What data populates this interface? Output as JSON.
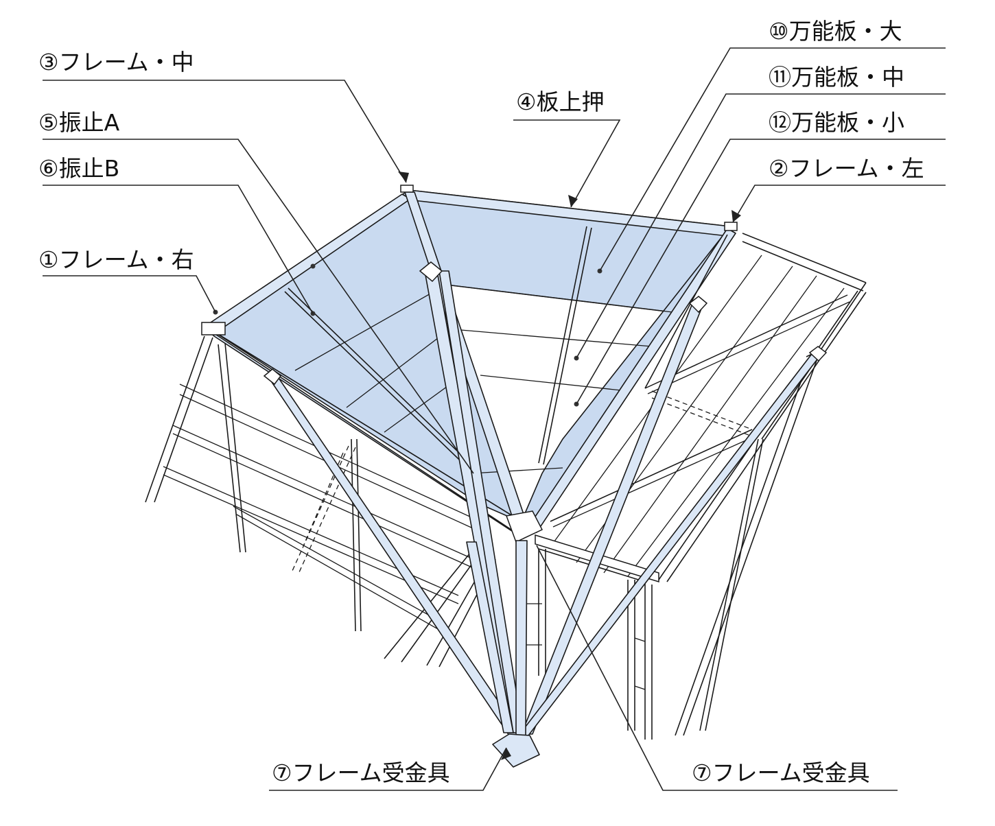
{
  "labels": {
    "frame_center": "③フレーム・中",
    "sway_stop_a": "⑤振止A",
    "sway_stop_b": "⑥振止B",
    "frame_right": "①フレーム・右",
    "board_top_press": "④板上押",
    "universal_board_large": "⑩万能板・大",
    "universal_board_medium": "⑪万能板・中",
    "universal_board_small": "⑫万能板・小",
    "frame_left": "②フレーム・左",
    "frame_bracket_bottom": "⑦フレーム受金具",
    "frame_bracket_right": "⑦フレーム受金具"
  },
  "colors": {
    "panel_fill": "#c9daf0",
    "member_fill": "#dbe7f6",
    "line": "#1a1a1a",
    "background": "#ffffff"
  }
}
